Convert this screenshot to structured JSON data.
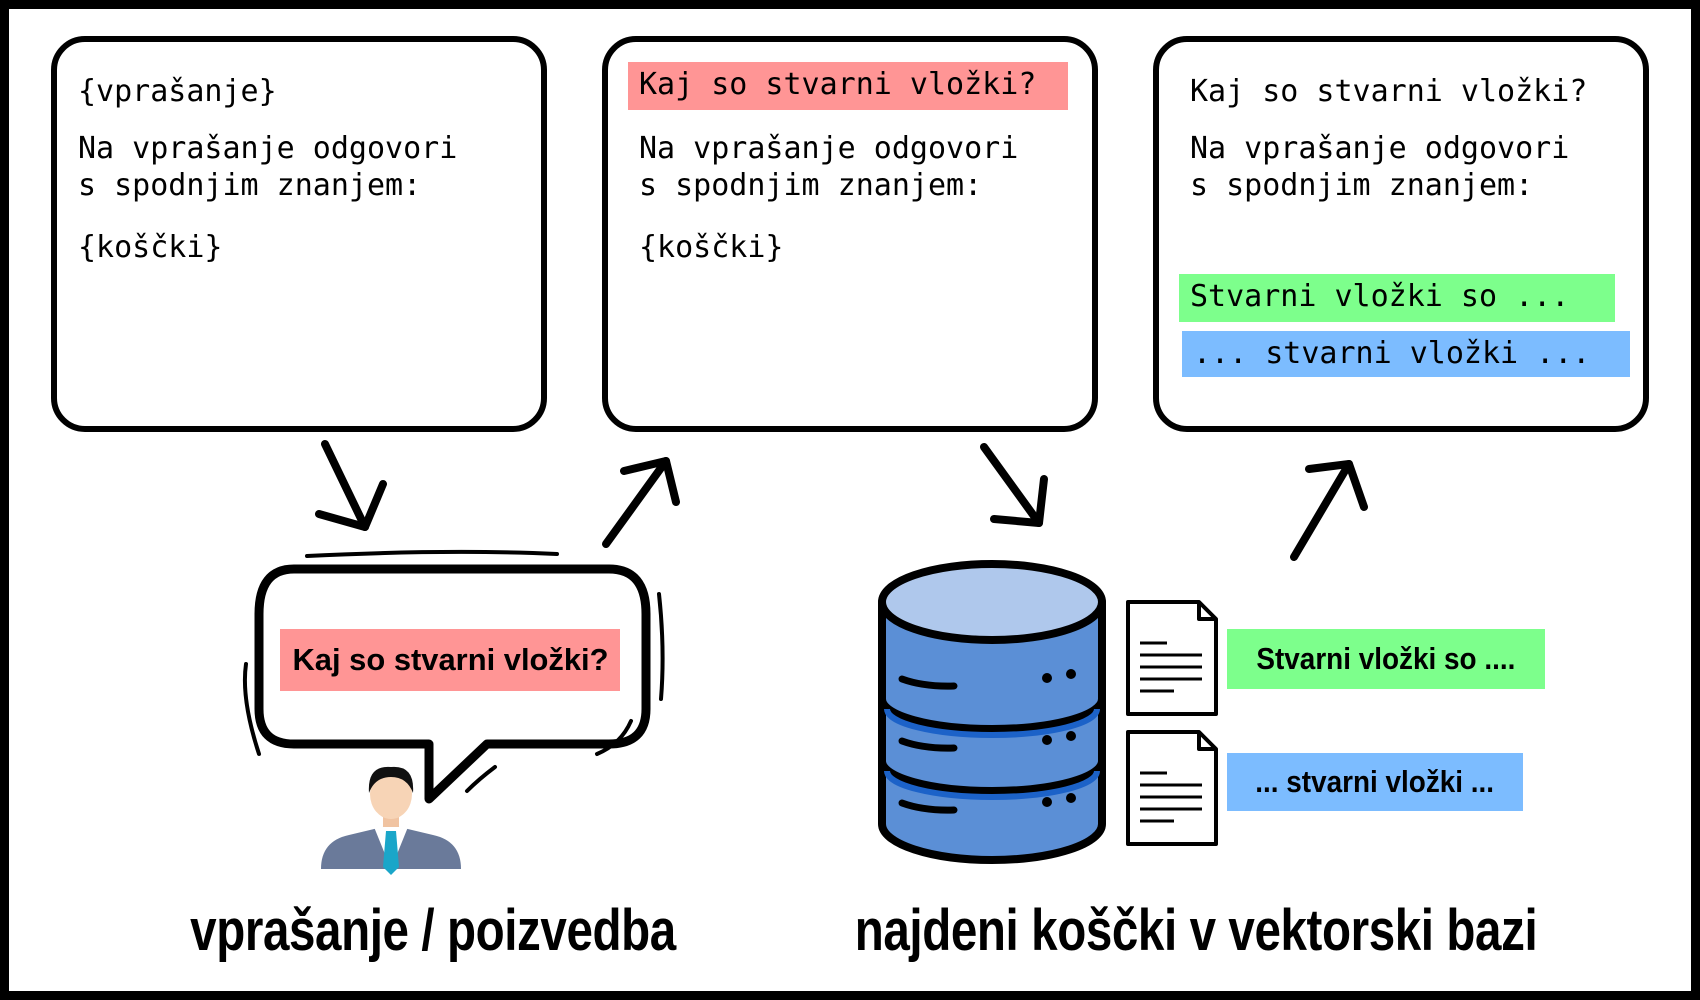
{
  "colors": {
    "question_highlight": "#ff9595",
    "chunk_green": "#7dff8c",
    "chunk_blue": "#7cbcff",
    "database_blue": "#5b8fd6",
    "database_top": "#afc8ec"
  },
  "template_box": {
    "question_placeholder": "{vprašanje}",
    "instruction_line1": "Na vprašanje odgovori",
    "instruction_line2": "s spodnjim znanjem:",
    "chunks_placeholder": "{koščki}"
  },
  "question_filled_box": {
    "question": "Kaj so stvarni vložki?",
    "instruction_line1": "Na vprašanje odgovori",
    "instruction_line2": "s spodnjim znanjem:",
    "chunks_placeholder": "{koščki}"
  },
  "final_prompt_box": {
    "question": "Kaj so stvarni vložki?",
    "instruction_line1": "Na vprašanje odgovori",
    "instruction_line2": "s spodnjim znanjem:",
    "chunk1": "Stvarni vložki so ...",
    "chunk2": "... stvarni vložki ..."
  },
  "user_query": {
    "text": "Kaj so stvarni vložki?",
    "icons": [
      "speech-bubble-icon",
      "person-icon"
    ]
  },
  "retrieval": {
    "chunk1": "Stvarni vložki so ....",
    "chunk2": "... stvarni vložki ...",
    "icons": [
      "database-icon",
      "document-icon"
    ]
  },
  "captions": {
    "left": "vprašanje / poizvedba",
    "right": "najdeni koščki v vektorski bazi"
  }
}
